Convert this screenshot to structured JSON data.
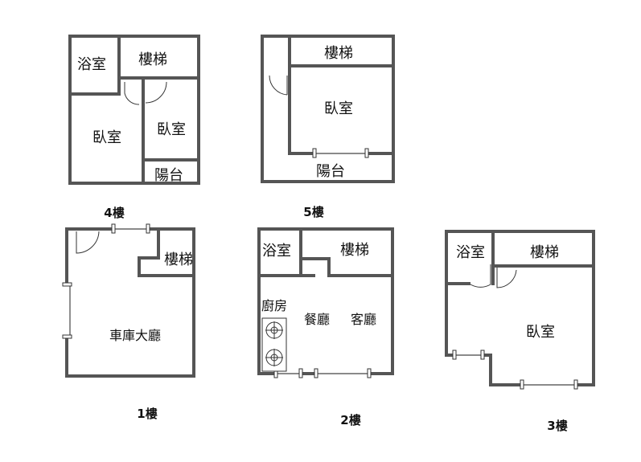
{
  "floor_labels": {
    "f4": "4樓",
    "f5": "5樓",
    "f1": "1樓",
    "f2": "2樓",
    "f3": "3樓"
  },
  "rooms": {
    "f4_bath": "浴室",
    "f4_stairs": "樓梯",
    "f4_bedroom_left": "臥室",
    "f4_bedroom_right": "臥室",
    "f4_balcony": "陽台",
    "f5_stairs": "樓梯",
    "f5_bedroom": "臥室",
    "f5_balcony": "陽台",
    "f1_stairs": "樓梯",
    "f1_garage_hall": "車庫大廳",
    "f2_bath": "浴室",
    "f2_stairs": "樓梯",
    "f2_kitchen": "廚房",
    "f2_dining": "餐廳",
    "f2_living": "客廳",
    "f3_bath": "浴室",
    "f3_stairs": "樓梯",
    "f3_bedroom": "臥室"
  }
}
